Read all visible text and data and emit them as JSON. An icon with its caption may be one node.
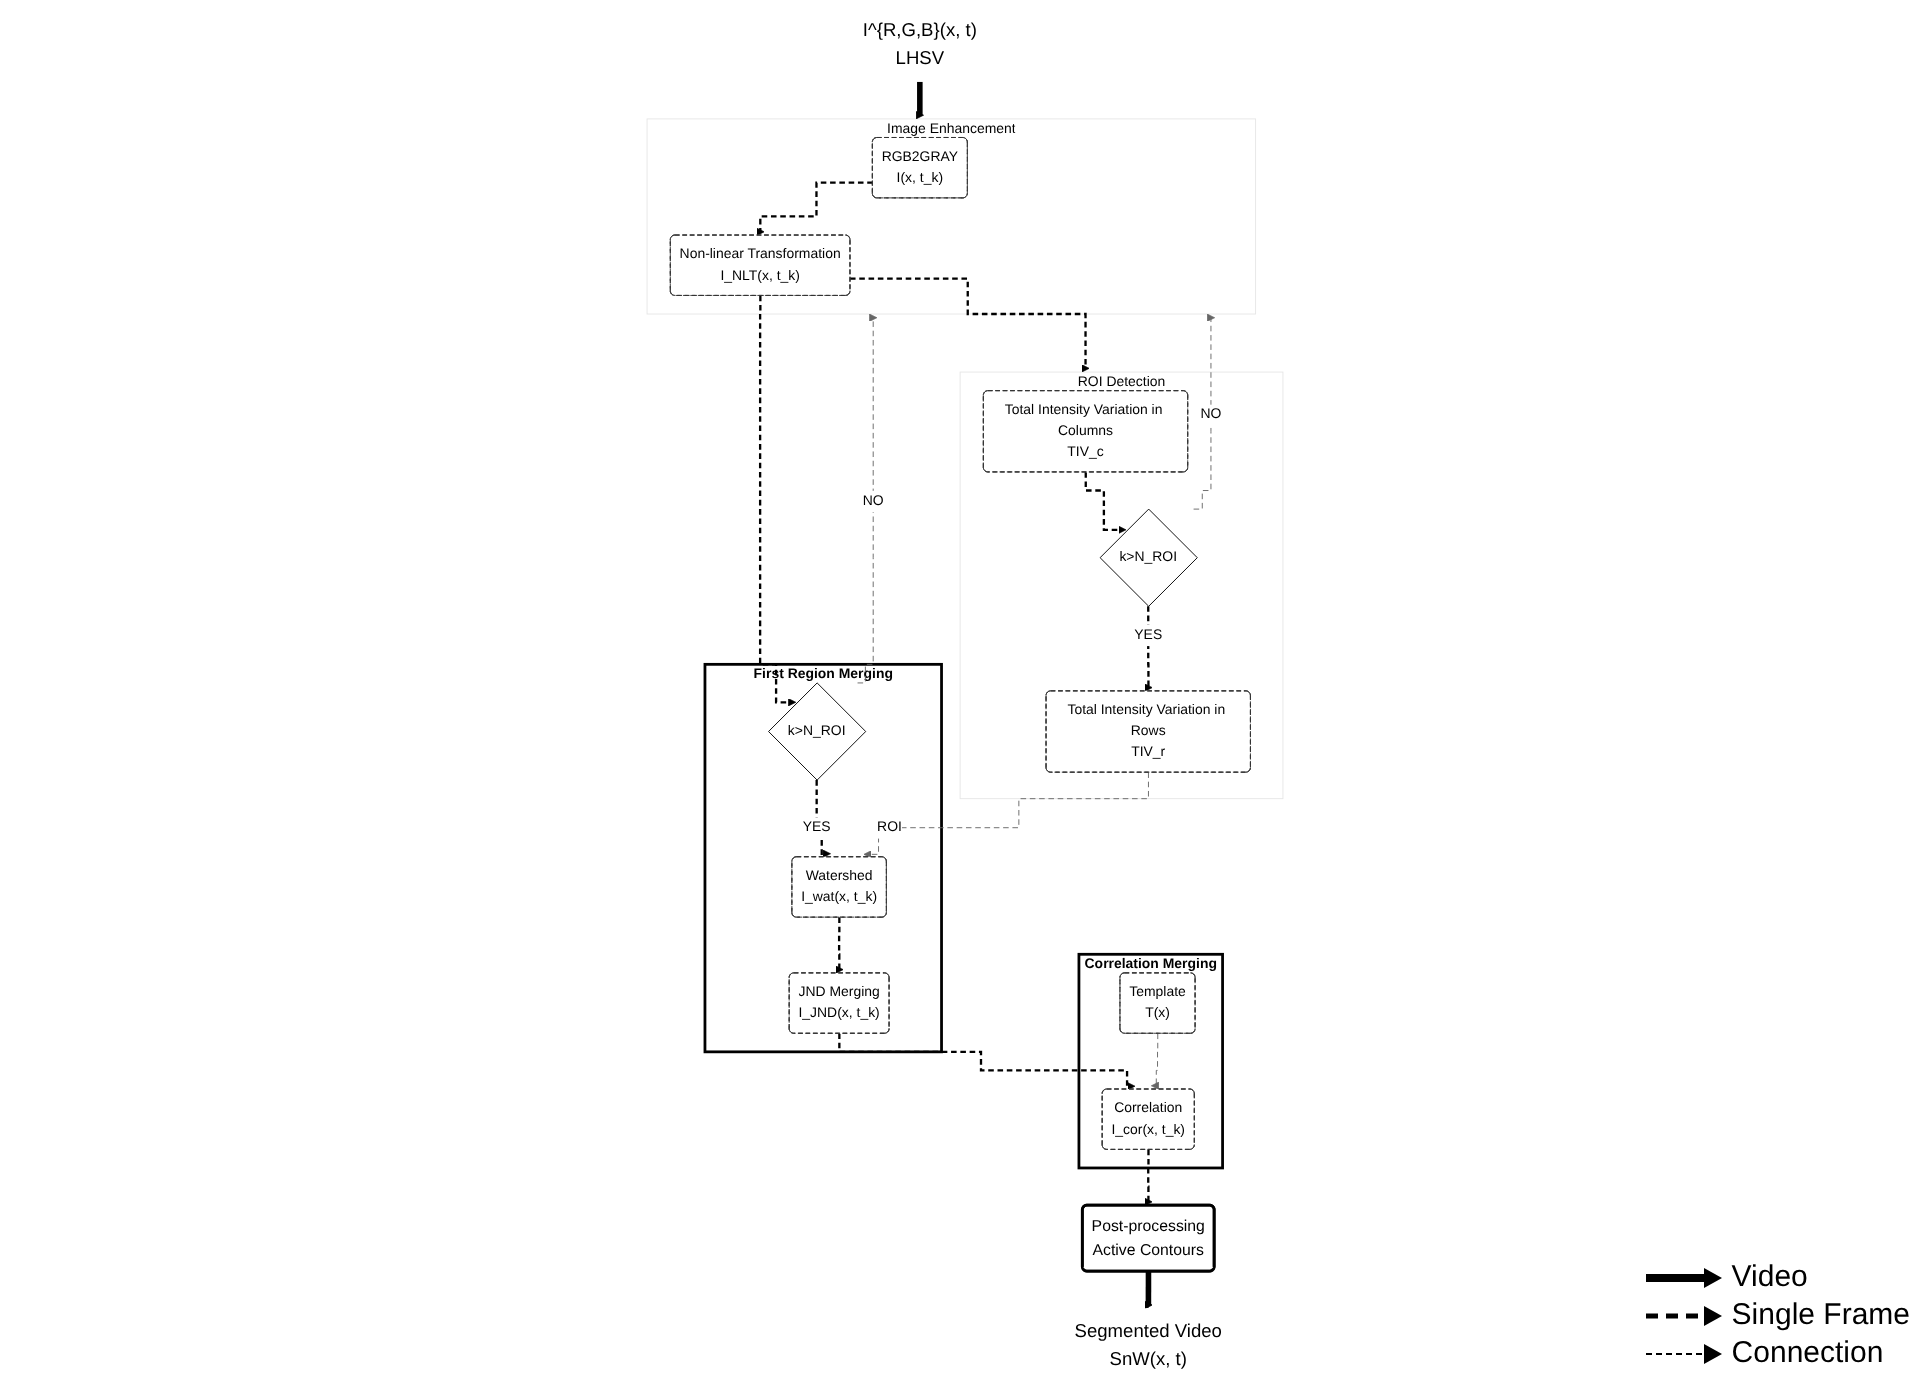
{
  "diagram": {
    "nodes": [
      {
        "text": [
          "I^{R,G,B}(x, t)",
          "LHSV"
        ]
      },
      {
        "text": [
          "Image Enhancement"
        ]
      },
      {
        "text": [
          "RGB2GRAY",
          "I(x, t_k)"
        ],
        "in": 1
      },
      {
        "text": [
          "Non-linear Transformation",
          "I_NLT(x, t_k)"
        ],
        "in": 1
      },
      {
        "text": [
          "ROI Detection"
        ]
      },
      {
        "text": [
          "Total Intensity Variation in Columns",
          "TIV_c"
        ],
        "in": 4
      },
      {
        "text": [
          "k>N_ROI"
        ],
        "in": 4
      },
      {
        "text": [
          "Total Intensity Variation in Rows",
          "TIV_r"
        ],
        "in": 4
      },
      {
        "text": [
          "First Region Merging"
        ]
      },
      {
        "text": [
          "k>N_ROI"
        ],
        "in": 8
      },
      {
        "text": [
          "Watershed",
          "I_wat(x, t_k)"
        ],
        "in": 8
      },
      {
        "text": [
          "JND Merging",
          "I_JND(x, t_k)"
        ],
        "in": 8
      },
      {
        "text": [
          "Correlation Merging"
        ]
      },
      {
        "text": [
          "Correlation",
          "I_cor(x, t_k)"
        ],
        "in": 12
      },
      {
        "text": [
          "Template",
          "T(x)"
        ],
        "in": 12
      },
      {
        "text": [
          "Post-processing",
          "Active Contours"
        ]
      },
      {
        "text": [
          "Segmented Video",
          "SnW(x, t)"
        ]
      }
    ],
    "edges": [
      {
        "from": 0,
        "to": 1,
        "arrow": "to",
        "style": "thick"
      },
      {
        "from": 2,
        "to": 3,
        "arrow": "to",
        "style": "dashed"
      },
      {
        "from": 3,
        "to": 4,
        "arrow": "to",
        "style": "dashed"
      },
      {
        "from": 3,
        "to": 9,
        "arrow": "to",
        "style": "dashed"
      },
      {
        "from": 5,
        "to": 6,
        "arrow": "to",
        "style": "dashed"
      },
      {
        "from": 6,
        "to": 7,
        "arrow": "to",
        "label": "YES",
        "style": "dashed"
      },
      {
        "from": 6,
        "to": 1,
        "arrow": "to",
        "label": "NO",
        "style": "dashed",
        "color": "#666666"
      },
      {
        "from": 9,
        "to": 1,
        "arrow": "to",
        "label": "NO",
        "style": "dashed",
        "color": "#666666"
      },
      {
        "from": 9,
        "to": 10,
        "arrow": "to",
        "label": "YES",
        "style": "dashed"
      },
      {
        "from": 7,
        "to": 10,
        "arrow": "to",
        "label": "ROI",
        "style": "dashed",
        "color": "#666666"
      },
      {
        "from": 10,
        "to": 11,
        "arrow": "to",
        "style": "dashed"
      },
      {
        "from": 11,
        "to": 13,
        "arrow": "to",
        "style": "dashed"
      },
      {
        "from": 14,
        "to": 13,
        "arrow": "to",
        "style": "dashed",
        "color": "#666666"
      },
      {
        "from": 13,
        "to": 15,
        "arrow": "to",
        "style": "dashed"
      },
      {
        "from": 15,
        "to": 16,
        "arrow": "to",
        "style": "thick"
      }
    ],
    "legend": [
      {
        "text": "Video"
      },
      {
        "text": "Single Frame"
      },
      {
        "text": "Connection"
      }
    ]
  }
}
